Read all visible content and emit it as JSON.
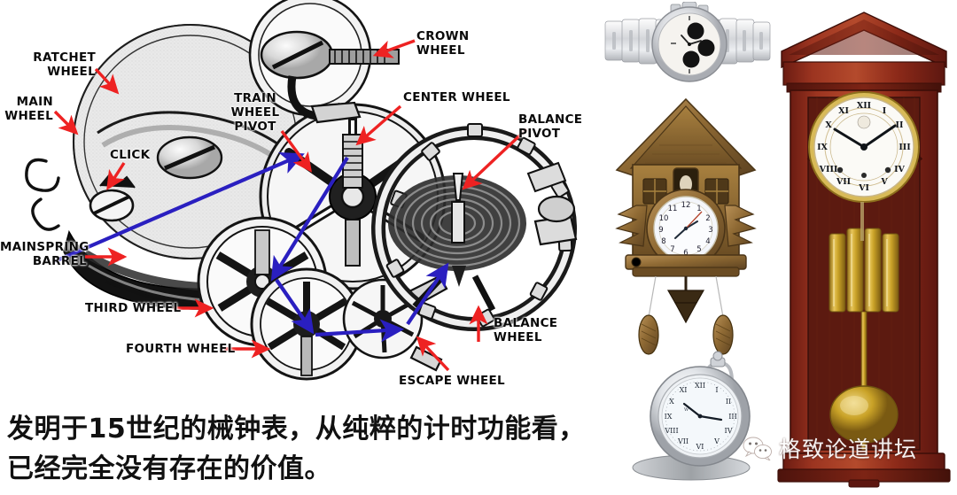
{
  "slide": {
    "background_color": "#ffffff",
    "caption_lines": [
      "发明于15世纪的械钟表，从纯粹的计时功能看，",
      "已经完全没有存在的价值。"
    ],
    "caption_color": "#111111"
  },
  "diagram": {
    "name": "mechanical-watch-movement-cutaway",
    "description": "Black and white engraving of a mechanical watch movement gear train",
    "arrow_color_labels": "#ee2222",
    "arrow_color_power_flow": "#2a1fc0",
    "labels": [
      {
        "id": "ratchet-wheel",
        "text": "RATCHET\nWHEEL"
      },
      {
        "id": "main-wheel",
        "text": "MAIN\nWHEEL"
      },
      {
        "id": "click",
        "text": "CLICK"
      },
      {
        "id": "train-wheel-pivot",
        "text": "TRAIN\nWHEEL\nPIVOT"
      },
      {
        "id": "crown-wheel",
        "text": "CROWN\nWHEEL"
      },
      {
        "id": "center-wheel",
        "text": "CENTER WHEEL"
      },
      {
        "id": "balance-pivot",
        "text": "BALANCE\nPIVOT"
      },
      {
        "id": "balance-wheel",
        "text": "BALANCE\nWHEEL"
      },
      {
        "id": "mainspring-barrel",
        "text": "MAINSPRING\nBARREL"
      },
      {
        "id": "third-wheel",
        "text": "THIRD WHEEL"
      },
      {
        "id": "fourth-wheel",
        "text": "FOURTH WHEEL"
      },
      {
        "id": "escape-wheel",
        "text": "ESCAPE WHEEL"
      }
    ]
  },
  "photos": [
    {
      "id": "wristwatch-chronograph",
      "label": "silver chronograph wristwatch with metal bracelet",
      "case_color": "#d9dade",
      "dial_color": "#f2f0ec",
      "subdial_color": "#1a1a1a"
    },
    {
      "id": "cuckoo-clock",
      "label": "carved wooden cuckoo clock with pine cone weights",
      "wood_color": "#9a7540",
      "wood_dark": "#6d4f27",
      "dial_color": "#f4f6fb"
    },
    {
      "id": "pocket-watch",
      "label": "silver pocket watch with roman numeral dial",
      "case_color": "#cfd3d8",
      "dial_color": "#f3f7fb"
    },
    {
      "id": "wall-regulator-clock",
      "label": "mahogany wall regulator clock with brass weights and pendulum",
      "wood_color": "#8e2a1c",
      "wood_dark": "#5d1b12",
      "dial_color": "#fbfaf6",
      "brass_color": "#c9a227"
    }
  ],
  "watermark": {
    "text": "格致论道讲坛",
    "icon": "wechat-icon",
    "color": "#ffffff"
  }
}
